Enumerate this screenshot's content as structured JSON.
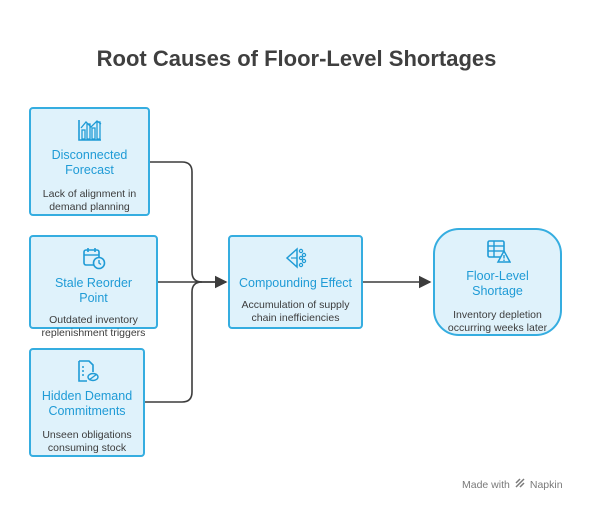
{
  "title": "Root Causes of Floor-Level Shortages",
  "boxes": {
    "forecast": {
      "label": "Disconnected Forecast",
      "desc": "Lack of alignment in demand planning",
      "icon": "bar-chart-icon"
    },
    "reorder": {
      "label": "Stale Reorder Point",
      "desc": "Outdated inventory replenishment triggers",
      "icon": "calendar-clock-icon"
    },
    "hidden": {
      "label": "Hidden Demand Commitments",
      "desc": "Unseen obligations consuming stock",
      "icon": "document-hidden-icon"
    },
    "compounding": {
      "label": "Compounding Effect",
      "desc": "Accumulation of supply chain inefficiencies",
      "icon": "network-funnel-icon"
    },
    "shortage": {
      "label": "Floor-Level Shortage",
      "desc": "Inventory depletion occurring weeks later",
      "icon": "table-warning-icon"
    }
  },
  "footer": {
    "made_with": "Made with",
    "brand": "Napkin"
  },
  "colors": {
    "accent": "#1f9bd6",
    "box_fill": "#dff2fb",
    "box_border": "#35ade0",
    "connector": "#3c3c3c"
  }
}
